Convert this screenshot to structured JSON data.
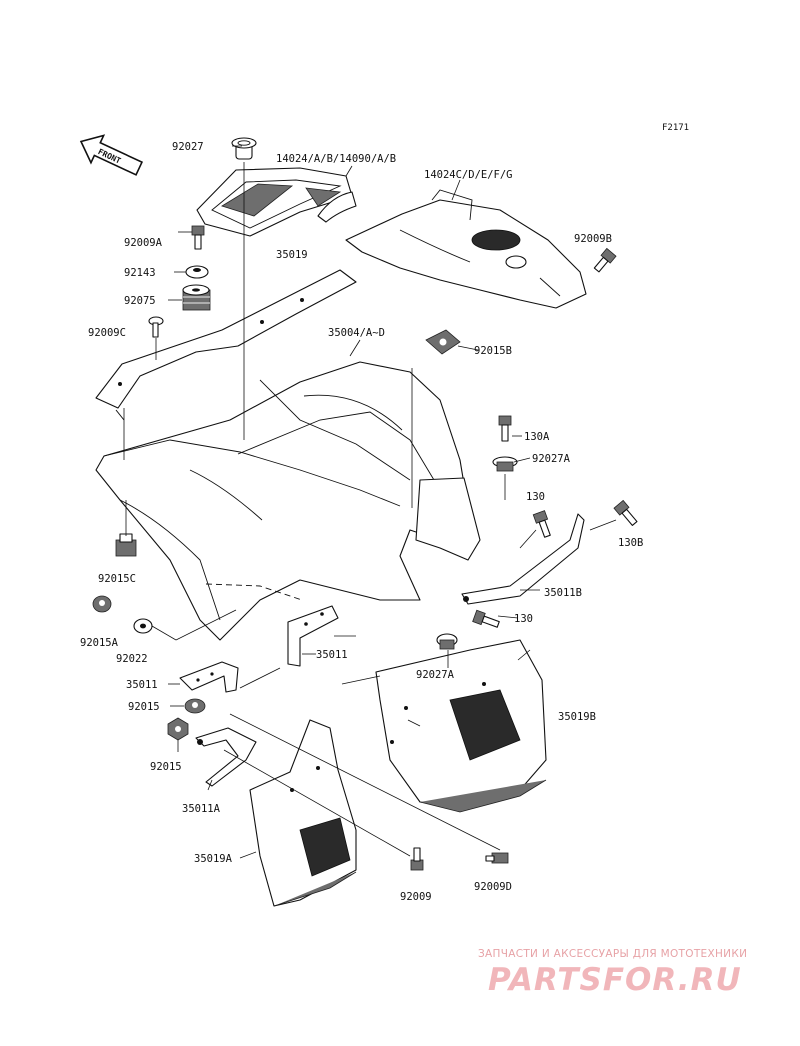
{
  "figure_code": "F2171",
  "front_marker": "FRONT",
  "watermark": {
    "caption": "ЗАПЧАСТИ И АКСЕССУАРЫ ДЛЯ МОТОТЕХНИКИ",
    "logo": "PARTSFOR.RU"
  },
  "labels": {
    "p92027": "92027",
    "p14024_a_b": "14024/A/B/14090/A/B",
    "p14024_c_g": "14024C/D/E/F/G",
    "p92009b": "92009B",
    "p92009a": "92009A",
    "p92143": "92143",
    "p92075": "92075",
    "p92009c": "92009C",
    "p35019": "35019",
    "p35004": "35004/A~D",
    "p92015b": "92015B",
    "p130a": "130A",
    "p92027a_upper": "92027A",
    "p130": "130",
    "p130b": "130B",
    "p92015c": "92015C",
    "p35011b": "35011B",
    "p130_lower": "130",
    "p92015a": "92015A",
    "p92022": "92022",
    "p35011": "35011",
    "p92027a_lower": "92027A",
    "p35011_left": "35011",
    "p35019b": "35019B",
    "p92015": "92015",
    "p92015_lower": "92015",
    "p35011a": "35011A",
    "p35019a": "35019A",
    "p92009": "92009",
    "p92009d": "92009D"
  }
}
